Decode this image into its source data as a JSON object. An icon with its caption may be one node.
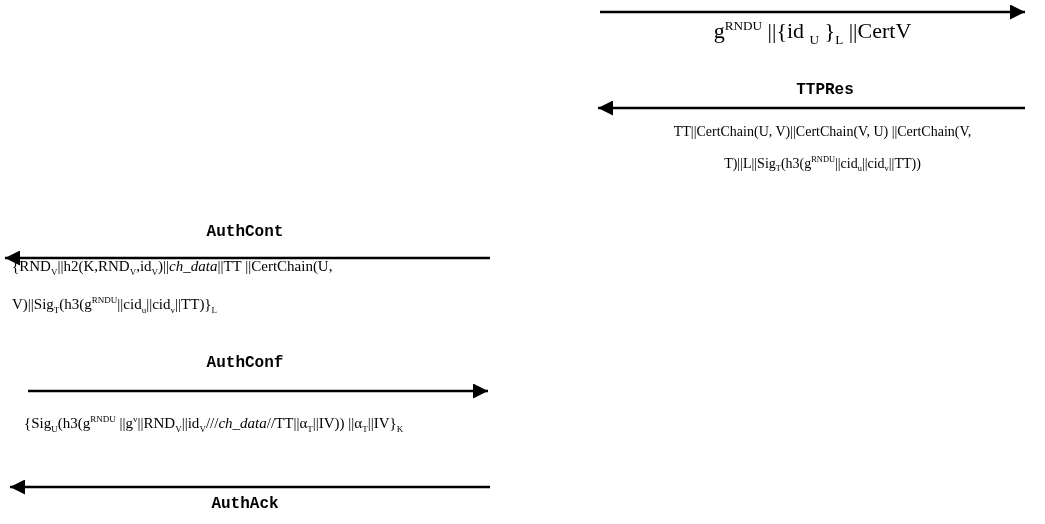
{
  "diagram": {
    "labels": [
      "g$^{RNDU}$ ||{id $_{U}$ }$_{L}$ ||CertV",
      "TTPRes",
      "TT||CertChain(U, V)||CertChain(V, U) ||CertChain(V, T)||L||Sig$_{T}$(h3(g$^{RNDU}$||cid$_{u}$||cid$_{v}$||TT))",
      "AuthCont",
      "{RND$_{V}$||h2(K,RND$_{V}$,id$_{V}$)||*ch_data*||TT ||CertChain(U, V)||Sig$_{T}$(h3(g$^{RNDU}$||cid$_{u}$||cid$_{v}$||TT)}$_{L}$",
      "AuthConf",
      "{Sig$_{U}$(h3(g$^{RNDU}$ ||g$^{v}$||RND$_{V}$||id$_{V}$///*ch_data*//TT||α$_{T}$||IV)) ||α$_{T}$||IV}$_{K}$",
      "AuthAck"
    ]
  }
}
